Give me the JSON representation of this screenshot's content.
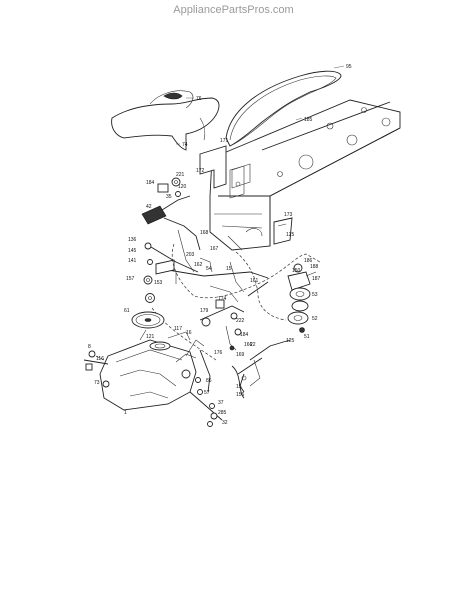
{
  "watermark": "AppliancePartsPros.com",
  "callouts": [
    {
      "id": "c95",
      "label": "95"
    },
    {
      "id": "c76",
      "label": "76"
    },
    {
      "id": "c74",
      "label": "74"
    },
    {
      "id": "c185",
      "label": "185"
    },
    {
      "id": "c171",
      "label": "171"
    },
    {
      "id": "c172",
      "label": "172"
    },
    {
      "id": "c221",
      "label": "221"
    },
    {
      "id": "c184",
      "label": "184"
    },
    {
      "id": "c120",
      "label": "120"
    },
    {
      "id": "c35",
      "label": "35"
    },
    {
      "id": "c42",
      "label": "42"
    },
    {
      "id": "c173",
      "label": "173"
    },
    {
      "id": "c125a",
      "label": "125"
    },
    {
      "id": "c168",
      "label": "168"
    },
    {
      "id": "c167",
      "label": "167"
    },
    {
      "id": "c203",
      "label": "203"
    },
    {
      "id": "c136",
      "label": "136"
    },
    {
      "id": "c145",
      "label": "145"
    },
    {
      "id": "c141",
      "label": "141"
    },
    {
      "id": "c157",
      "label": "157"
    },
    {
      "id": "c153",
      "label": "153"
    },
    {
      "id": "c162",
      "label": "162"
    },
    {
      "id": "c54",
      "label": "54"
    },
    {
      "id": "c15a",
      "label": "15"
    },
    {
      "id": "c161",
      "label": "161"
    },
    {
      "id": "c186",
      "label": "186"
    },
    {
      "id": "c150",
      "label": "150"
    },
    {
      "id": "c188",
      "label": "188"
    },
    {
      "id": "c187",
      "label": "187"
    },
    {
      "id": "c53",
      "label": "53"
    },
    {
      "id": "c51",
      "label": "51"
    },
    {
      "id": "c52",
      "label": "52"
    },
    {
      "id": "c61",
      "label": "61"
    },
    {
      "id": "c179",
      "label": "179"
    },
    {
      "id": "c222",
      "label": "222"
    },
    {
      "id": "c174",
      "label": "174"
    },
    {
      "id": "c184b",
      "label": "184"
    },
    {
      "id": "c166",
      "label": "166"
    },
    {
      "id": "c125b",
      "label": "125"
    },
    {
      "id": "c169",
      "label": "169"
    },
    {
      "id": "c176",
      "label": "176"
    },
    {
      "id": "c16",
      "label": "16"
    },
    {
      "id": "c121",
      "label": "121"
    },
    {
      "id": "c117",
      "label": "117"
    },
    {
      "id": "c86",
      "label": "86"
    },
    {
      "id": "c57",
      "label": "57"
    },
    {
      "id": "c8",
      "label": "8"
    },
    {
      "id": "c116",
      "label": "116"
    },
    {
      "id": "c73",
      "label": "73"
    },
    {
      "id": "c1",
      "label": "1"
    },
    {
      "id": "c37",
      "label": "37"
    },
    {
      "id": "c285",
      "label": "285"
    },
    {
      "id": "c32",
      "label": "32"
    },
    {
      "id": "c15b",
      "label": "15"
    },
    {
      "id": "c156",
      "label": "156"
    },
    {
      "id": "c22",
      "label": "22"
    }
  ]
}
